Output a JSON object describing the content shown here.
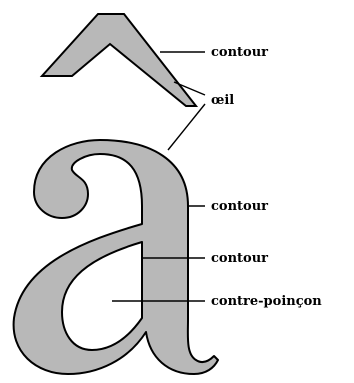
{
  "diagram": {
    "labels": {
      "accent_contour": "contour",
      "eye": "œil",
      "outer_contour": "contour",
      "inner_contour": "contour",
      "counter": "contre-poinçon"
    },
    "colors": {
      "glyph_fill": "#b8b8b8",
      "stroke": "#000000",
      "background": "#ffffff"
    }
  }
}
